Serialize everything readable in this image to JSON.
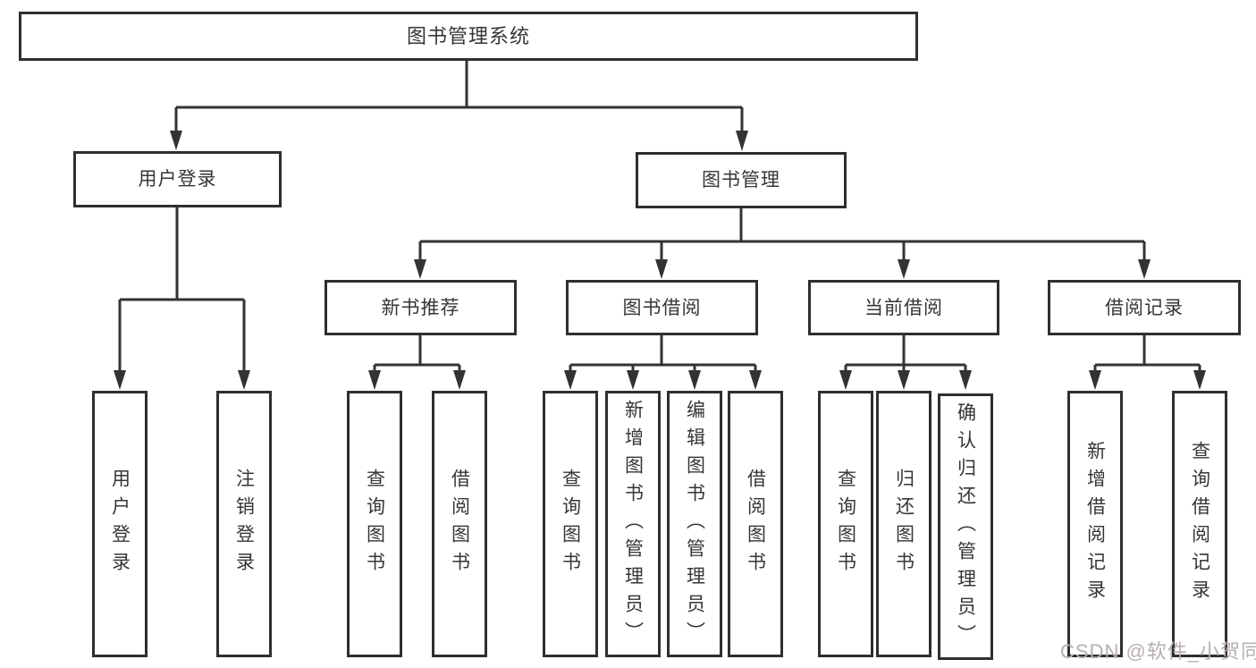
{
  "tree": {
    "root": {
      "label": "图书管理系统"
    },
    "level2": [
      {
        "label": "用户登录"
      },
      {
        "label": "图书管理"
      }
    ],
    "level3": [
      {
        "label": "新书推荐"
      },
      {
        "label": "图书借阅"
      },
      {
        "label": "当前借阅"
      },
      {
        "label": "借阅记录"
      }
    ],
    "leaves": {
      "user_login": [
        {
          "label": "用户登录"
        },
        {
          "label": "注销登录"
        }
      ],
      "new_books": [
        {
          "label": "查询图书"
        },
        {
          "label": "借阅图书"
        }
      ],
      "book_borrow": [
        {
          "label": "查询图书"
        },
        {
          "label": "新增图书（管理员）"
        },
        {
          "label": "编辑图书（管理员）"
        },
        {
          "label": "借阅图书"
        }
      ],
      "current_borrow": [
        {
          "label": "查询图书"
        },
        {
          "label": "归还图书"
        },
        {
          "label": "确认归还（管理员）"
        }
      ],
      "borrow_records": [
        {
          "label": "新增借阅记录"
        },
        {
          "label": "查询借阅记录"
        }
      ]
    }
  },
  "watermark": "CSDN @软件_小贺同学",
  "colors": {
    "line": "#333333",
    "box_border": "#2f2f2f",
    "text": "#363636",
    "watermark": "#b7afaf",
    "background": "#ffffff"
  }
}
